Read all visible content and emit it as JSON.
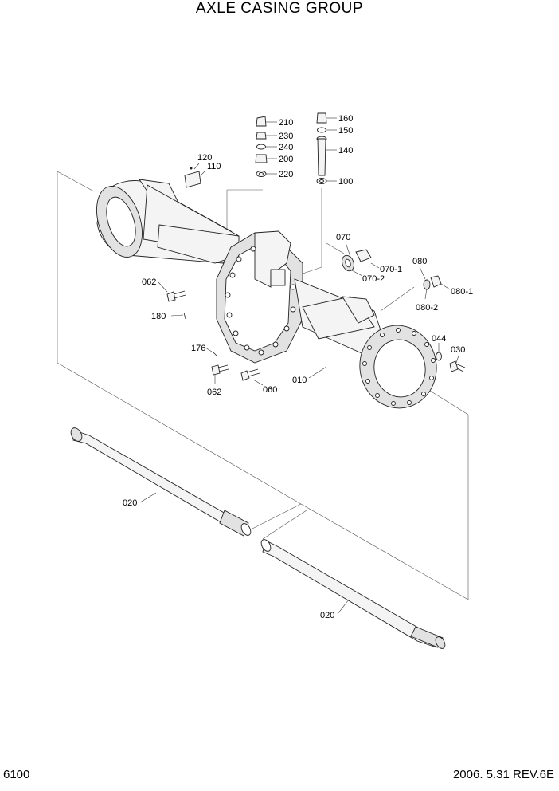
{
  "header": {
    "title": "AXLE CASING GROUP"
  },
  "footer": {
    "page_number": "6100",
    "revision": "2006. 5.31  REV.6E"
  },
  "parts": {
    "p010": "010",
    "p020a": "020",
    "p020b": "020",
    "p030": "030",
    "p044": "044",
    "p060": "060",
    "p062a": "062",
    "p062b": "062",
    "p070": "070",
    "p070_1": "070-1",
    "p070_2": "070-2",
    "p080": "080",
    "p080_1": "080-1",
    "p080_2": "080-2",
    "p100": "100",
    "p110": "110",
    "p120": "120",
    "p140": "140",
    "p150": "150",
    "p160": "160",
    "p176": "176",
    "p180": "180",
    "p200": "200",
    "p210": "210",
    "p220": "220",
    "p230": "230",
    "p240": "240"
  }
}
